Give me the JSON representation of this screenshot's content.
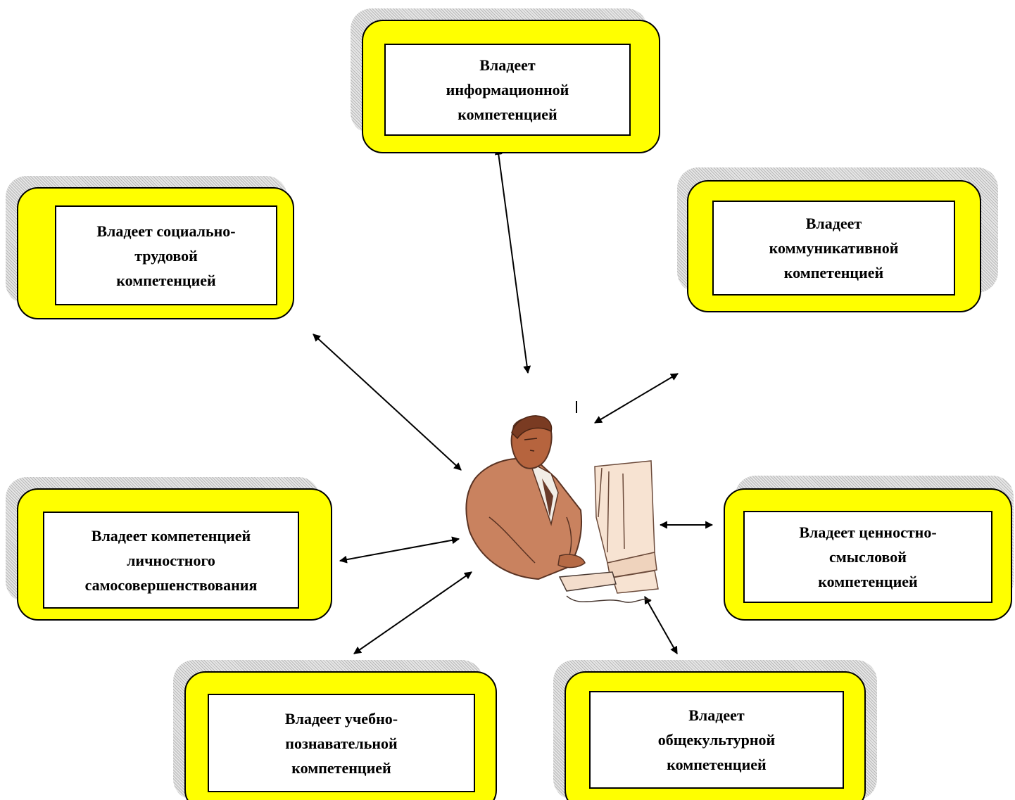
{
  "diagram": {
    "nodes": [
      {
        "id": "information",
        "label": "Владеет\nинформационной\nкомпетенцией"
      },
      {
        "id": "social-labor",
        "label": "Владеет социально-\nтрудовой\nкомпетенцией"
      },
      {
        "id": "communicative",
        "label": "Владеет\nкоммуникативной\nкомпетенцией"
      },
      {
        "id": "self-improvement",
        "label": "Владеет компетенцией\nличностного\nсамосовершенствования"
      },
      {
        "id": "value-semantic",
        "label": "Владеет ценностно-\nсмысловой\nкомпетенцией"
      },
      {
        "id": "educational",
        "label": "Владеет учебно-\nпознавательной\nкомпетенцией"
      },
      {
        "id": "general-cultural",
        "label": "Владеет\nобщекультурной\nкомпетенцией"
      }
    ],
    "center": {
      "icon": "person-at-computer-icon"
    },
    "edges": [
      {
        "from": "center",
        "to": "information",
        "bidirectional": true
      },
      {
        "from": "center",
        "to": "social-labor",
        "bidirectional": true
      },
      {
        "from": "center",
        "to": "communicative",
        "bidirectional": true
      },
      {
        "from": "center",
        "to": "self-improvement",
        "bidirectional": true
      },
      {
        "from": "center",
        "to": "value-semantic",
        "bidirectional": true
      },
      {
        "from": "center",
        "to": "educational",
        "bidirectional": true
      },
      {
        "from": "center",
        "to": "general-cultural",
        "bidirectional": true
      }
    ],
    "colors": {
      "frame_fill": "#ffff00",
      "inner_fill": "#ffffff",
      "outline": "#000000",
      "shadow": "#c8c8c8"
    }
  }
}
